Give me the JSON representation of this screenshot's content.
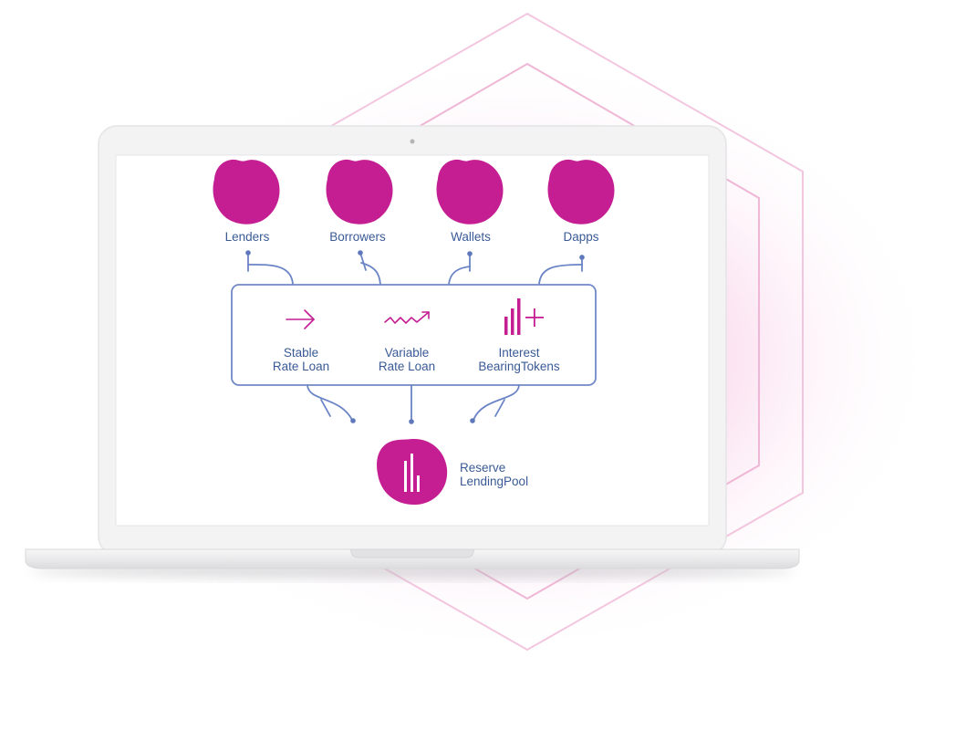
{
  "colors": {
    "accent": "#c41e92",
    "line": "#6a84c6",
    "label": "#3a5a96",
    "laptop_body": "#f2f2f3",
    "screen": "#ffffff",
    "glow": "#f7c6e4",
    "hexagon": "#f2c4de"
  },
  "users": [
    {
      "label": "Lenders",
      "icon": "blob-icon"
    },
    {
      "label": "Borrowers",
      "icon": "blob-icon"
    },
    {
      "label": "Wallets",
      "icon": "blob-icon"
    },
    {
      "label": "Dapps",
      "icon": "blob-icon"
    }
  ],
  "products": [
    {
      "line1": "Stable",
      "line2": "Rate Loan",
      "icon": "arrow-right-icon"
    },
    {
      "line1": "Variable",
      "line2": "Rate Loan",
      "icon": "zigzag-trend-icon"
    },
    {
      "line1": "Interest",
      "line2": "BearingTokens",
      "icon": "bars-plus-icon"
    }
  ],
  "reserve": {
    "line1": "Reserve",
    "line2": "LendingPool",
    "icon": "bar-chart-icon"
  }
}
